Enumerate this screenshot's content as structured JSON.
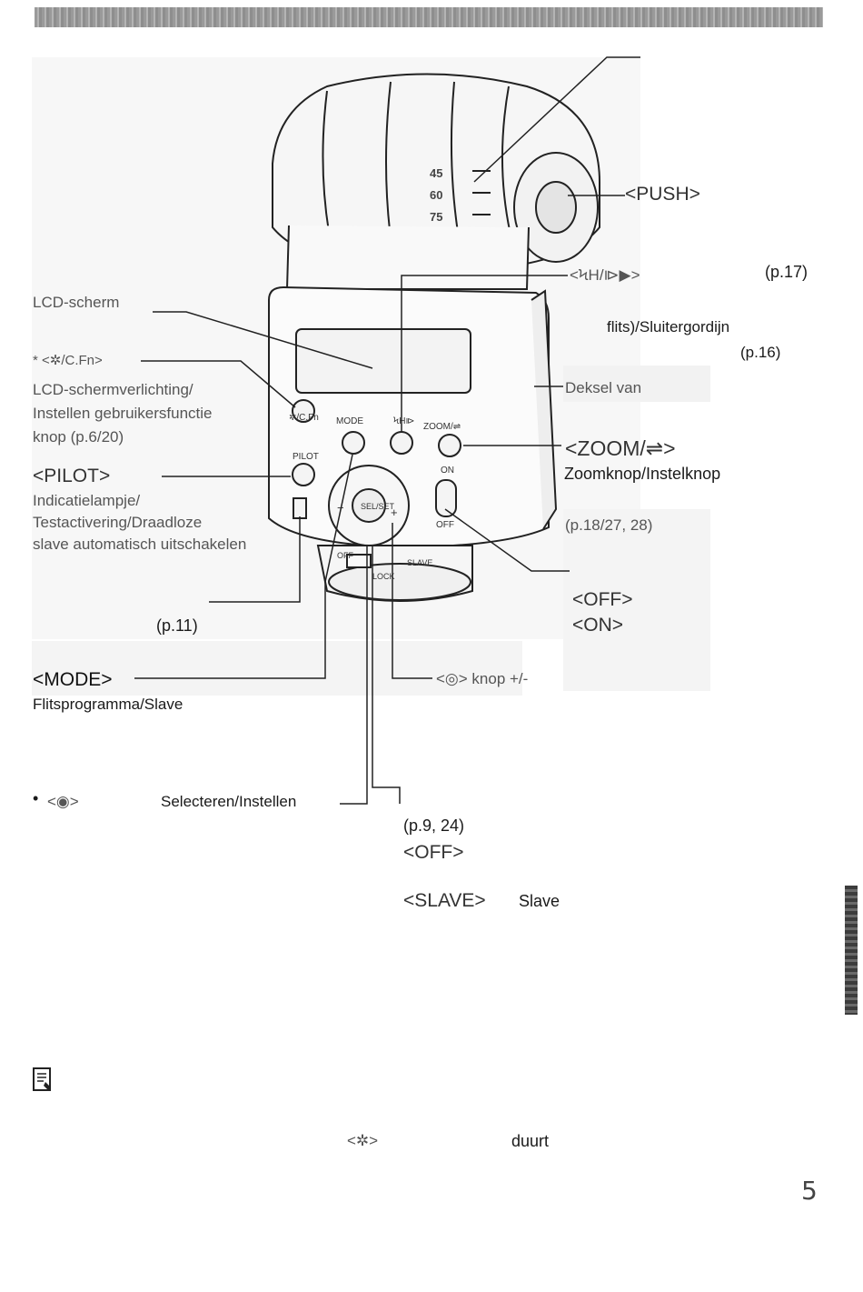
{
  "labels": {
    "push": "<PUSH>",
    "hss_button": "<ϞH/⧐▶>",
    "hss_page": "(p.17)",
    "flits_sluiter": "flits)/Sluitergordijn",
    "p16": "(p.16)",
    "lcd": "LCD-scherm",
    "light_cfn": "* <✲/C.Fn>",
    "light_desc1": "LCD-schermverlichting/",
    "light_desc2": "Instellen gebruikersfunctie",
    "light_desc3": "knop (p.6/20)",
    "deksel": "Deksel van",
    "zoom": "<ZOOM/⇌>",
    "zoom_desc": "Zoomknop/Instelknop",
    "pilot": "<PILOT>",
    "pilot_desc1": "Indicatielampje/",
    "pilot_desc2": "Testactivering/Draadloze",
    "pilot_desc3": "slave automatisch uitschakelen",
    "p18": "(p.18/27, 28)",
    "off1": "<OFF>",
    "on1": "<ON>",
    "p11": "(p.11)",
    "mode": "<MODE>",
    "mode_desc": "Flitsprogramma/Slave",
    "dial": "<◎> knop +/-",
    "bullet": "•",
    "sel": "<◉>",
    "sel_desc": "Selecteren/Instellen",
    "p9": "(p.9, 24)",
    "off2": "<OFF>",
    "slave": "<SLAVE>",
    "slave_desc": "Slave",
    "note_light": "<✲>",
    "note_word": "duurt",
    "page": "5"
  },
  "flash_labels": {
    "zoom_45": "45",
    "zoom_60": "60",
    "zoom_75": "75",
    "cfn_btn": "✲/C.Fn",
    "mode_btn": "MODE",
    "hss_btn": "ϞH⧐",
    "zoom_btn": "ZOOM/⇌",
    "pilot_btn": "PILOT",
    "sel_btn": "SEL/SET",
    "on": "ON",
    "off": "OFF",
    "slave": "SLAVE",
    "lock": "LOCK",
    "minus": "−",
    "plus": "+"
  }
}
